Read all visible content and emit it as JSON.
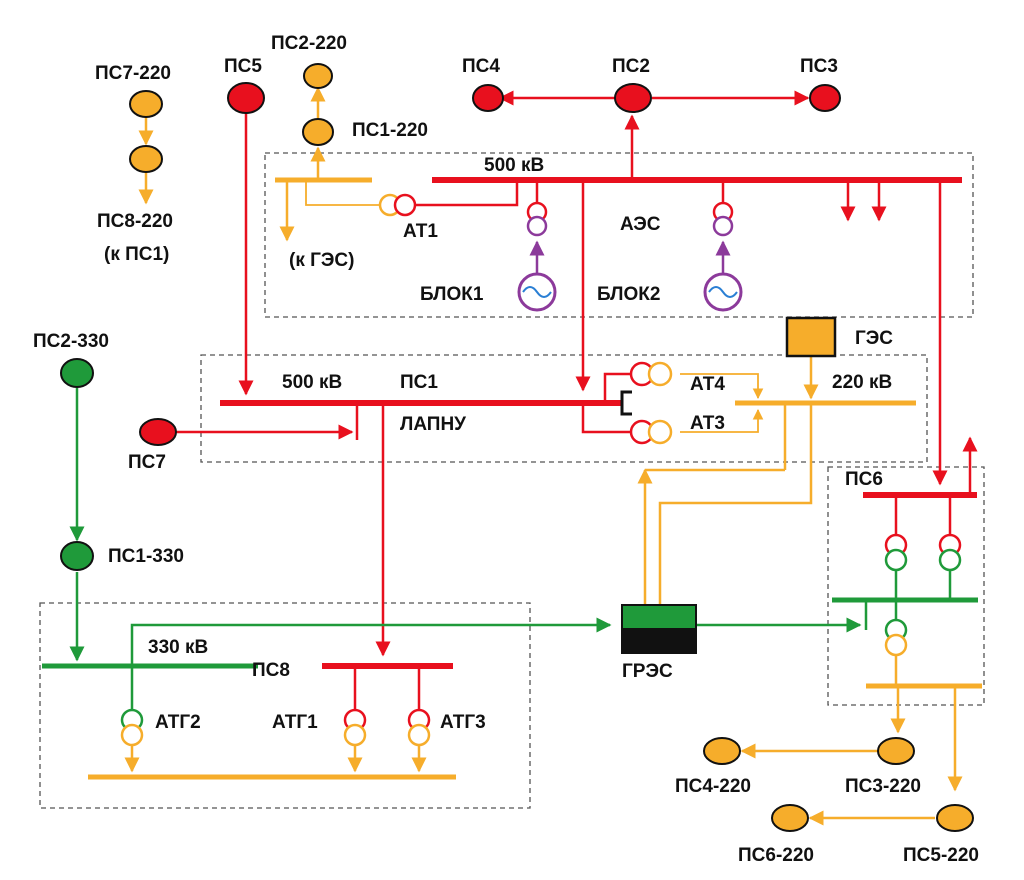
{
  "colors": {
    "red": "#e8101e",
    "orange": "#f6ad2b",
    "green": "#1f9a3a",
    "purple": "#8c3a9b",
    "black": "#111111"
  },
  "labels": {
    "ps7_220": "ПС7-220",
    "ps8_220": "ПС8-220",
    "to_ps1": "(к ПС1)",
    "ps5": "ПС5",
    "ps2_220": "ПС2-220",
    "ps1_220": "ПС1-220",
    "ps4": "ПС4",
    "ps2": "ПС2",
    "ps3": "ПС3",
    "aes_500kv": "500 кВ",
    "at1": "АТ1",
    "aes": "АЭС",
    "to_ges": "(к ГЭС)",
    "blok1": "БЛОК1",
    "blok2": "БЛОК2",
    "ges": "ГЭС",
    "ps2_330": "ПС2-330",
    "ps1_500kv": "500 кВ",
    "ps1": "ПС1",
    "at4": "АТ4",
    "kv220": "220 кВ",
    "lapnu": "ЛАПНУ",
    "at3": "АТ3",
    "ps7": "ПС7",
    "ps6": "ПС6",
    "ps1_330": "ПС1-330",
    "kv330": "330 кВ",
    "ps8": "ПС8",
    "gres": "ГРЭС",
    "atg2": "АТГ2",
    "atg1": "АТГ1",
    "atg3": "АТГ3",
    "ps4_220": "ПС4-220",
    "ps3_220": "ПС3-220",
    "ps6_220": "ПС6-220",
    "ps5_220": "ПС5-220"
  }
}
